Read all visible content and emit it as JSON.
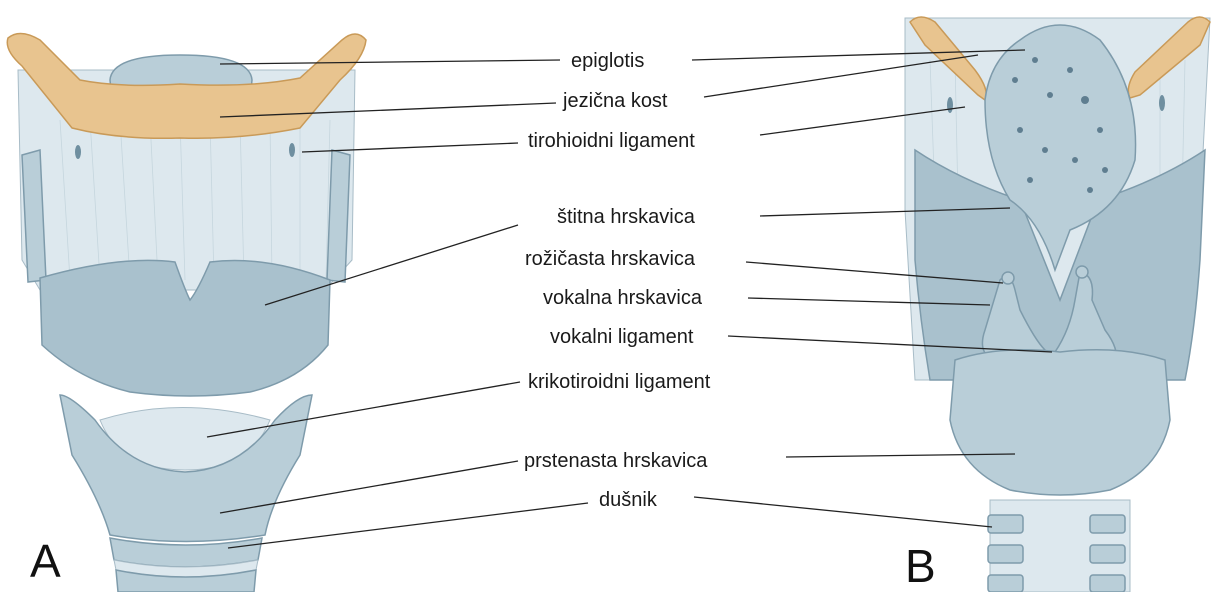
{
  "labels": {
    "epiglotis": "epiglotis",
    "jezicna_kost": "jezična kost",
    "tirohioidni_ligament": "tirohioidni ligament",
    "stitna_hrskavica": "štitna hrskavica",
    "rozicasta_hrskavica": "rožičasta hrskavica",
    "vokalna_hrskavica": "vokalna hrskavica",
    "vokalni_ligament": "vokalni ligament",
    "krikotiroidni_ligament": "krikotiroidni ligament",
    "prstenasta_hrskavica": "prstenasta hrskavica",
    "dusnik": "dušnik"
  },
  "panels": {
    "a": "A",
    "b": "B"
  },
  "colors": {
    "cartilage": "#b9ced8",
    "bone": "#e8c48f",
    "ligament": "#dde8ee"
  }
}
